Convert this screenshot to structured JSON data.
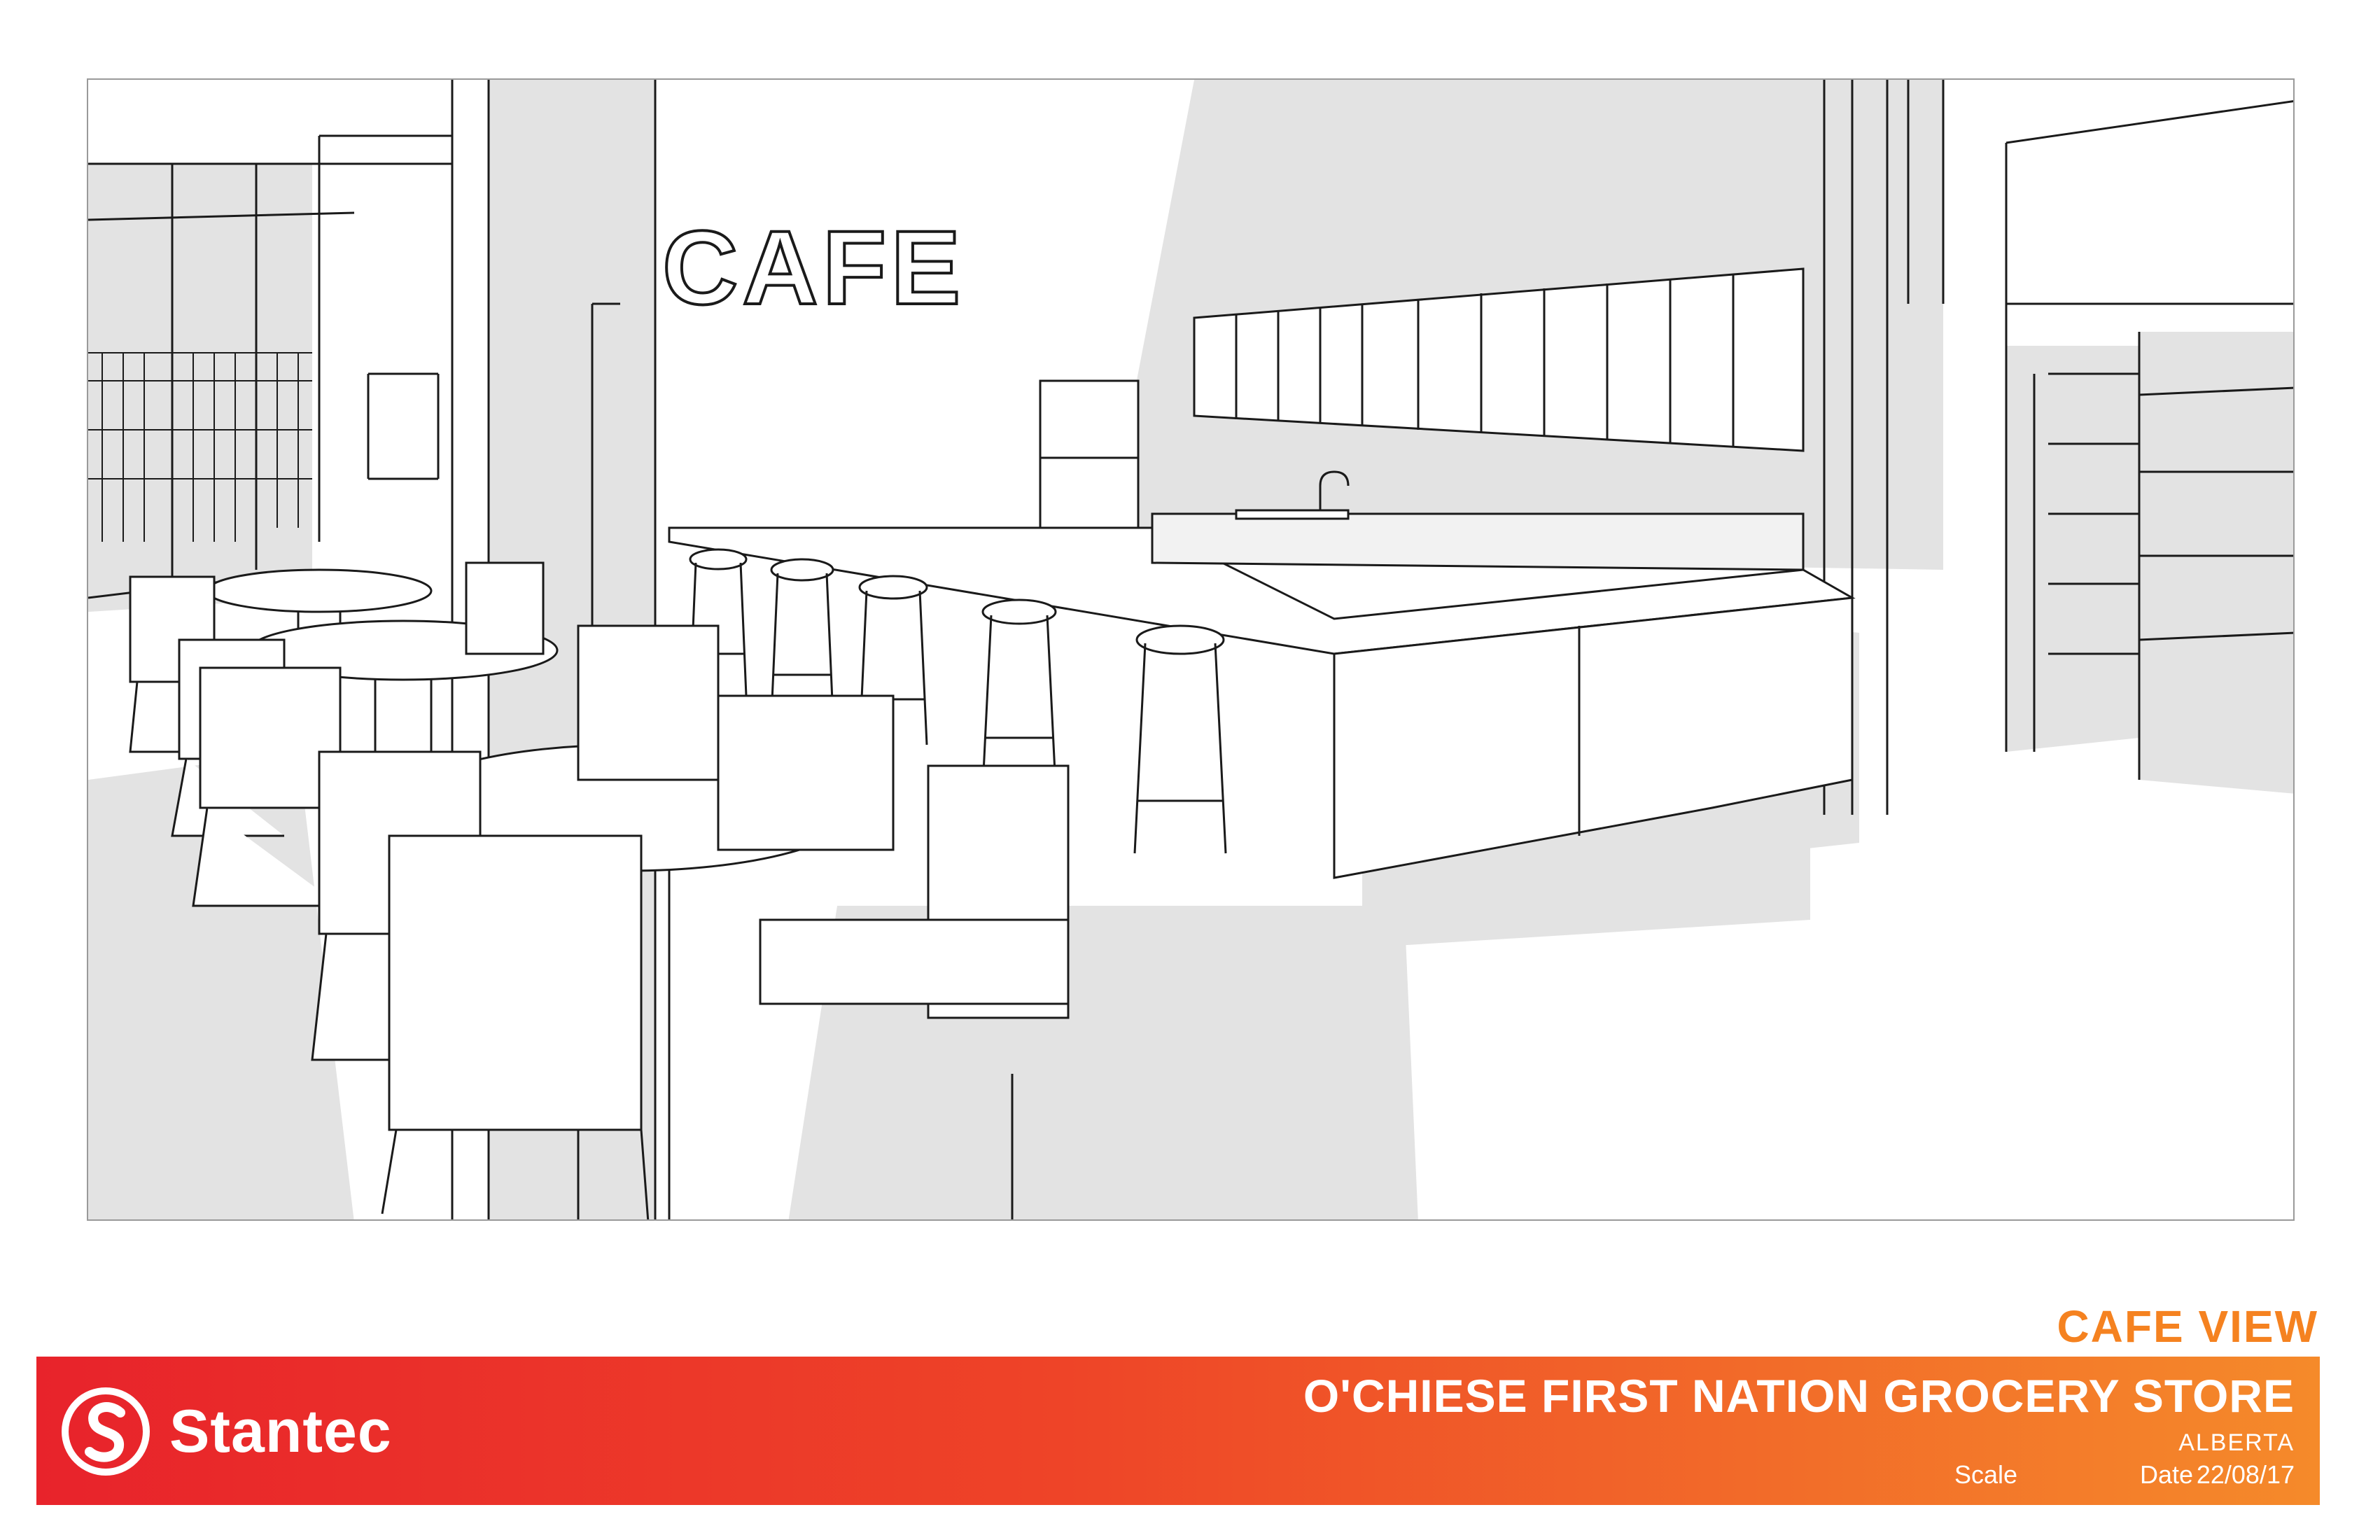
{
  "sheet": {
    "view_title": "CAFE VIEW",
    "project_name": "O'CHIESE FIRST NATION GROCERY STORE",
    "location": "ALBERTA",
    "scale_label": "Scale",
    "date_label": "Date",
    "date_value": "22/08/17",
    "accent_color": "#f58220",
    "banner_colors": [
      "#e8232b",
      "#f58a2a"
    ]
  },
  "brand": {
    "name": "Stantec",
    "logo_icon": "stantec-s-logo-icon"
  },
  "drawing": {
    "sign_text": "CAFE",
    "line_color": "#1a1a1a",
    "shade_color": "#e3e3e3"
  }
}
